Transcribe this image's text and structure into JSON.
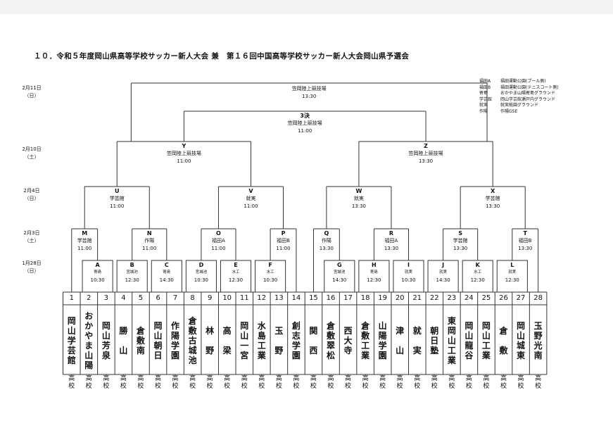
{
  "title": "１０．令和５年度岡山県高等学校サッカー新人大会 兼　第１６回中国高等学校サッカー新人大会岡山県予選会",
  "dates": [
    {
      "id": "d0",
      "lines": [
        "2月11日",
        "（日）"
      ]
    },
    {
      "id": "d1",
      "lines": [
        "2月10日",
        "（土）"
      ]
    },
    {
      "id": "d2",
      "lines": [
        "2月4日",
        "（日）"
      ]
    },
    {
      "id": "d3",
      "lines": [
        "2月3日",
        "（土）"
      ]
    },
    {
      "id": "d4",
      "lines": [
        "1月28日",
        "（日）"
      ]
    }
  ],
  "legend": [
    {
      "abbr": "福田A",
      "name": "福田運動公園(プール側)"
    },
    {
      "abbr": "福田B",
      "name": "福田運動公園(テニスコート側)"
    },
    {
      "abbr": "寄島",
      "name": "おかやま山陽寄島グラウンド"
    },
    {
      "abbr": "学芸館",
      "name": "岡山学芸館瀬戸内グラウンド"
    },
    {
      "abbr": "就実",
      "name": "就実紙園グラウンド"
    },
    {
      "abbr": "作陽",
      "name": "作陽GSE"
    }
  ],
  "matches": {
    "final": {
      "letter": "",
      "venue": "笠岡陸上競技場",
      "time": "13:30"
    },
    "third": {
      "letter": "3決",
      "venue": "笠岡陸上競技場",
      "time": "11:00"
    },
    "Y": {
      "letter": "Y",
      "venue": "笠岡陸上競技場",
      "time": "11:00"
    },
    "Z": {
      "letter": "Z",
      "venue": "笠岡陸上競技場",
      "time": "13:30"
    },
    "U": {
      "letter": "U",
      "venue": "学芸館",
      "time": "11:00"
    },
    "V": {
      "letter": "V",
      "venue": "就実",
      "time": "11:00"
    },
    "W": {
      "letter": "W",
      "venue": "就実",
      "time": "13:30"
    },
    "X": {
      "letter": "X",
      "venue": "学芸館",
      "time": "13:30"
    },
    "M": {
      "letter": "M",
      "venue": "学芸館",
      "time": "11:00"
    },
    "N": {
      "letter": "N",
      "venue": "作陽",
      "time": "11:00"
    },
    "O": {
      "letter": "O",
      "venue": "福田A",
      "time": "11:00"
    },
    "P": {
      "letter": "P",
      "venue": "福田B",
      "time": "11:00"
    },
    "Q": {
      "letter": "Q",
      "venue": "作陽",
      "time": "13:30"
    },
    "R": {
      "letter": "R",
      "venue": "福田A",
      "time": "13:30"
    },
    "S": {
      "letter": "S",
      "venue": "学芸館",
      "time": "13:30"
    },
    "T": {
      "letter": "T",
      "venue": "福田B",
      "time": "13:30"
    },
    "A": {
      "letter": "A",
      "venue": "寄島",
      "time": "10:30"
    },
    "B": {
      "letter": "B",
      "venue": "宮城池",
      "time": "12:30"
    },
    "C": {
      "letter": "C",
      "venue": "寄島",
      "time": "14:30"
    },
    "D": {
      "letter": "D",
      "venue": "宮城池",
      "time": "10:30"
    },
    "E": {
      "letter": "E",
      "venue": "水工",
      "time": "12:30"
    },
    "F": {
      "letter": "F",
      "venue": "水工",
      "time": "10:30"
    },
    "G": {
      "letter": "G",
      "venue": "宮城池",
      "time": "14:30"
    },
    "H": {
      "letter": "H",
      "venue": "寄島",
      "time": "12:30"
    },
    "I": {
      "letter": "I",
      "venue": "就実",
      "time": "10:30"
    },
    "J": {
      "letter": "J",
      "venue": "就実",
      "time": "14:30"
    },
    "K": {
      "letter": "K",
      "venue": "水工",
      "time": "12:30"
    },
    "L": {
      "letter": "L",
      "venue": "就実",
      "time": "12:30"
    }
  },
  "teams": [
    {
      "num": "1",
      "name": "岡山学芸館"
    },
    {
      "num": "2",
      "name": "おかやま山陽"
    },
    {
      "num": "3",
      "name": "岡山芳泉"
    },
    {
      "num": "4",
      "name": "勝　山"
    },
    {
      "num": "5",
      "name": "倉敷南"
    },
    {
      "num": "6",
      "name": "岡山朝日"
    },
    {
      "num": "7",
      "name": "作陽学園"
    },
    {
      "num": "8",
      "name": "倉敷古城池"
    },
    {
      "num": "9",
      "name": "林　野"
    },
    {
      "num": "10",
      "name": "高　梁"
    },
    {
      "num": "11",
      "name": "岡山一宮"
    },
    {
      "num": "12",
      "name": "水島工業"
    },
    {
      "num": "13",
      "name": "玉　野"
    },
    {
      "num": "14",
      "name": "創志学園"
    },
    {
      "num": "15",
      "name": "関　西"
    },
    {
      "num": "16",
      "name": "倉敷翠松"
    },
    {
      "num": "17",
      "name": "西大寺"
    },
    {
      "num": "18",
      "name": "倉敷工業"
    },
    {
      "num": "19",
      "name": "山陽学園"
    },
    {
      "num": "20",
      "name": "津　山"
    },
    {
      "num": "21",
      "name": "就　実"
    },
    {
      "num": "22",
      "name": "朝日塾"
    },
    {
      "num": "23",
      "name": "東岡山工業"
    },
    {
      "num": "24",
      "name": "岡山龍谷"
    },
    {
      "num": "25",
      "name": "岡山工業"
    },
    {
      "num": "26",
      "name": "倉　敷"
    },
    {
      "num": "27",
      "name": "岡山城東"
    },
    {
      "num": "28",
      "name": "玉野光南"
    }
  ],
  "suffix": "高校"
}
